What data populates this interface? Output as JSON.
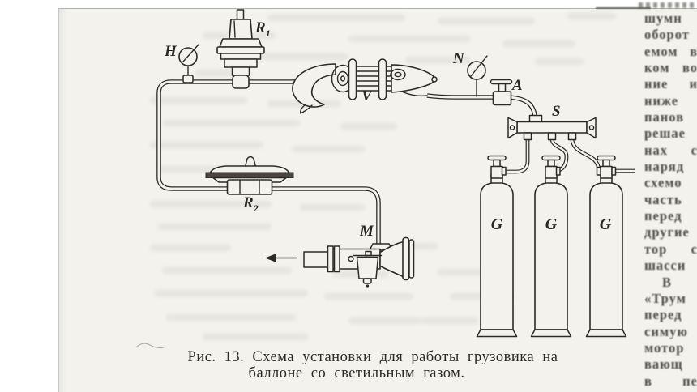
{
  "figure": {
    "caption_line1": "Рис. 13. Схема установки для работы грузовика на",
    "caption_line2": "баллоне со светильным газом.",
    "labels": {
      "gauge_h": "H",
      "regulator_r1": {
        "text": "R",
        "sub": "1"
      },
      "vaporizer_v": "V",
      "gauge_n": "N",
      "valve_a": "A",
      "manifold_s": "S",
      "mixer_m": "M",
      "regulator_r2": {
        "text": "R",
        "sub": "2"
      },
      "cylinder_g1": "G",
      "cylinder_g2": "G",
      "cylinder_g3": "G"
    }
  },
  "sidebar": {
    "lines": [
      "шумн",
      "оборот",
      "емом в",
      "ком во",
      "ние и",
      "ниже",
      "панов",
      "решае",
      "нах с",
      "наряд",
      "схемо",
      "часть",
      "перед",
      "другие",
      "тор с",
      "шасси",
      "В",
      "«Трум",
      "перед",
      "симую",
      "мотор",
      "вающ",
      "в пе"
    ]
  },
  "colors": {
    "paper": "#f3f2ed",
    "ink": "#2d2a25",
    "sidebar_text": "#4e4a46"
  }
}
